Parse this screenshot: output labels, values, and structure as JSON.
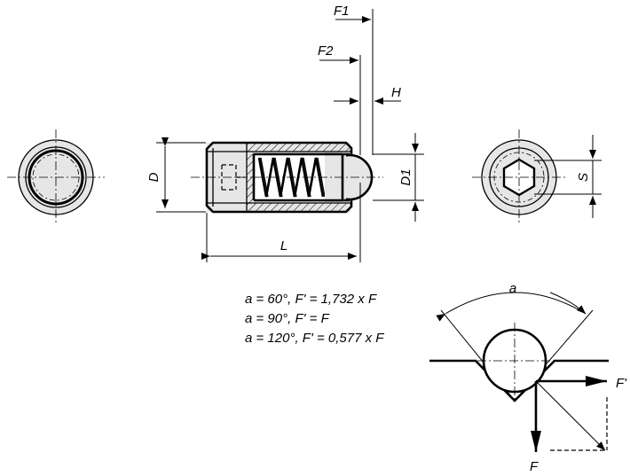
{
  "labels": {
    "F1": "F1",
    "F2": "F2",
    "H": "H",
    "D": "D",
    "D1": "D1",
    "L": "L",
    "S": "S",
    "a": "a",
    "F_prime": "F'",
    "F": "F"
  },
  "formulas": [
    "a = 60°, F' = 1,732 x F",
    "a = 90°, F' = F",
    "a = 120°, F' = 0,577 x F"
  ],
  "colors": {
    "line": "#000000",
    "body_fill": "#e6e6e6",
    "hatch": "#000000",
    "background": "#ffffff"
  }
}
